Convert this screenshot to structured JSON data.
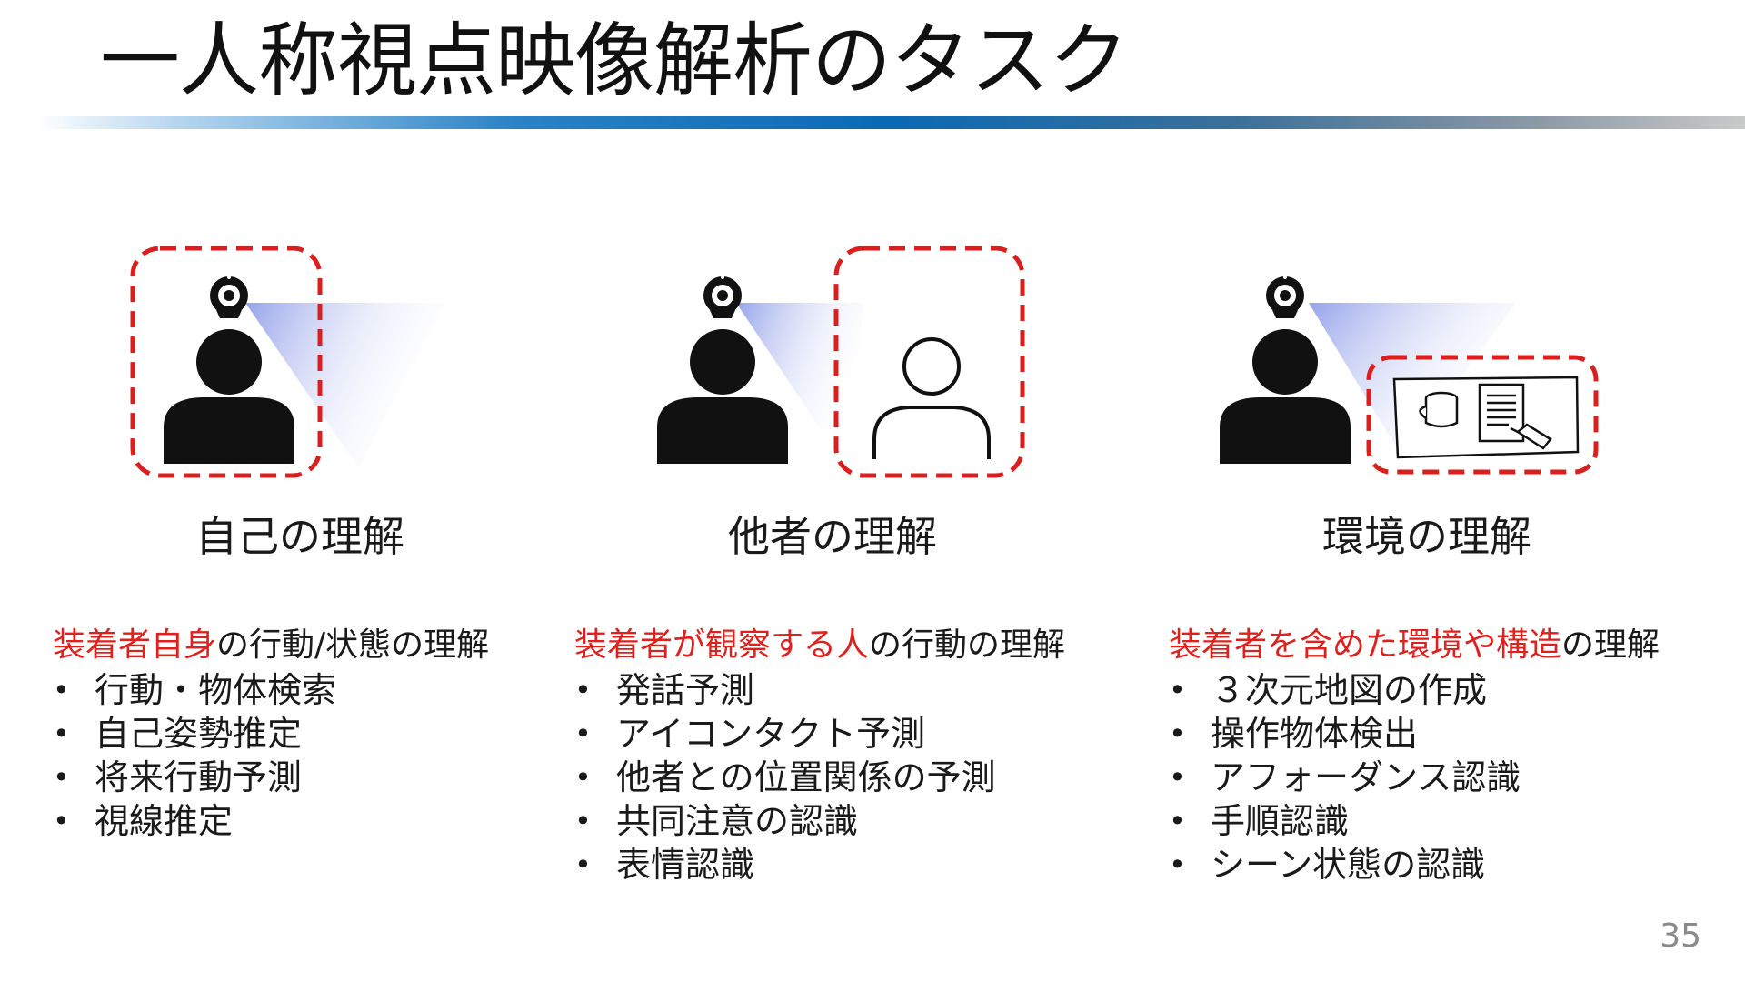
{
  "slide": {
    "title": "一人称視点映像解析のタスク",
    "page_number": "35"
  },
  "colors": {
    "accent": "#e0201c",
    "text": "#1a1a1a",
    "dash_box": "#d9201e",
    "view_cone": "#8f9ee8"
  },
  "columns": [
    {
      "heading": "自己の理解",
      "intro_accent": "装着者自身",
      "intro_rest": "の行動/状態の理解",
      "items": [
        "行動・物体検索",
        "自己姿勢推定",
        "将来行動予測",
        "視線推定"
      ],
      "icons": [
        "head-camera-icon",
        "person-icon",
        "view-cone-icon"
      ]
    },
    {
      "heading": "他者の理解",
      "intro_accent": "装着者が観察する人",
      "intro_rest": "の行動の理解",
      "items": [
        "発話予測",
        "アイコンタクト予測",
        "他者との位置関係の予測",
        "共同注意の認識",
        "表情認識"
      ],
      "icons": [
        "head-camera-icon",
        "person-icon",
        "observed-person-icon",
        "view-cone-icon"
      ]
    },
    {
      "heading": "環境の理解",
      "intro_accent": "装着者を含めた環境や構造",
      "intro_rest": "の理解",
      "items": [
        "３次元地図の作成",
        "操作物体検出",
        "アフォーダンス認識",
        "手順認識",
        "シーン状態の認識"
      ],
      "icons": [
        "head-camera-icon",
        "person-icon",
        "mug-icon",
        "document-icon",
        "pen-icon",
        "view-cone-icon"
      ]
    }
  ]
}
